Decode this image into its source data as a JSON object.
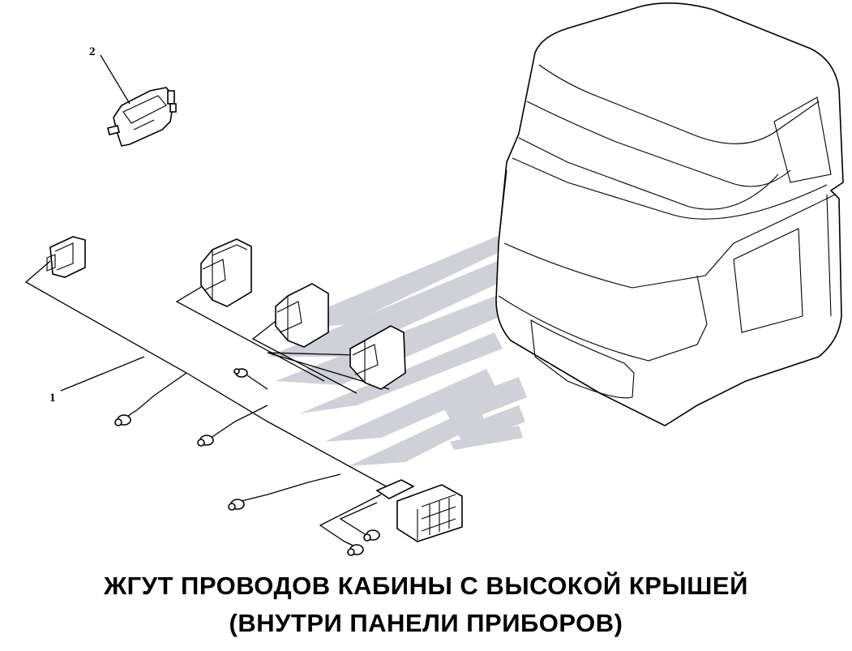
{
  "callouts": {
    "item_1": "1",
    "item_2": "2"
  },
  "caption": {
    "line1": "ЖГУТ ПРОВОДОВ КАБИНЫ С ВЫСОКОЙ КРЫШЕЙ",
    "line2": "(ВНУТРИ ПАНЕЛИ ПРИБОРОВ)"
  },
  "colors": {
    "watermark": "#cfd0d8",
    "ink": "#000000",
    "background": "#ffffff"
  }
}
